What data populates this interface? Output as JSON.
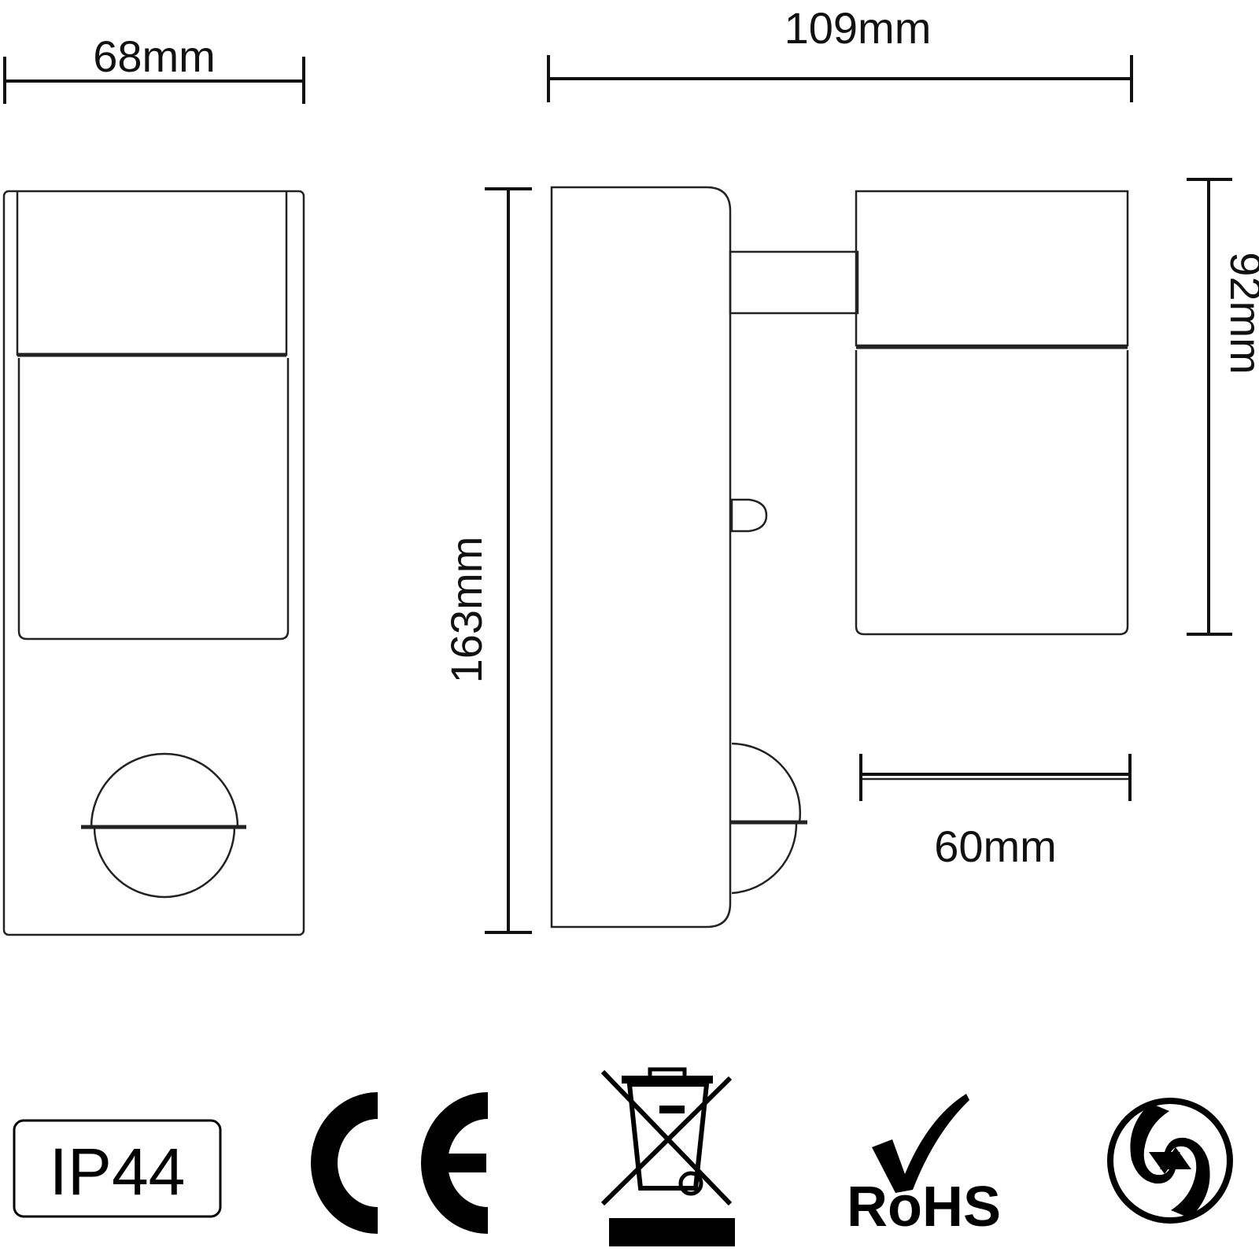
{
  "dimensions": {
    "front_width": "68mm",
    "side_depth": "109mm",
    "height": "163mm",
    "head_height": "92mm",
    "head_width": "60mm"
  },
  "badges": {
    "ip_rating": "IP44",
    "rohs": "RoHS"
  },
  "icons": [
    "ip44-badge",
    "ce-mark-icon",
    "weee-bin-icon",
    "rohs-check-icon",
    "green-dot-recycle-icon"
  ],
  "colors": {
    "line": "#222222",
    "background": "#ffffff"
  }
}
